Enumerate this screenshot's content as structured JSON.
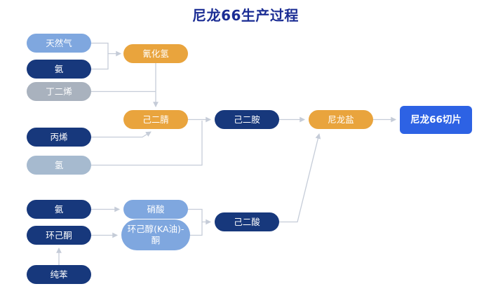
{
  "title": "尼龙66生产过程",
  "colors": {
    "navy": "#17387C",
    "light_blue": "#7FA7DF",
    "gray": "#A9B2BE",
    "gray_blue": "#A6BACF",
    "orange": "#E9A43D",
    "bright_blue": "#2D62E4",
    "title_text": "#1B2D94",
    "connector": "#C5CCD8"
  },
  "nodes": [
    {
      "id": "natural-gas",
      "label": "天然气",
      "type": "navy_",
      "color": "light_blue",
      "shape": "pill"
    },
    {
      "id": "ammonia-top",
      "label": "氨",
      "type": "input",
      "color": "navy",
      "shape": "pill"
    },
    {
      "id": "butadiene",
      "label": "丁二烯",
      "type": "input",
      "color": "gray",
      "shape": "pill"
    },
    {
      "id": "hydrogen-cyanide",
      "label": "氰化氢",
      "type": "process",
      "color": "orange",
      "shape": "pill"
    },
    {
      "id": "adiponitrile",
      "label": "己二腈",
      "type": "process",
      "color": "orange",
      "shape": "pill"
    },
    {
      "id": "propylene",
      "label": "丙烯",
      "type": "input",
      "color": "navy",
      "shape": "pill"
    },
    {
      "id": "hydrogen",
      "label": "氢",
      "type": "input",
      "color": "gray_blue",
      "shape": "pill"
    },
    {
      "id": "hexamethylene-diamine",
      "label": "己二胺",
      "type": "product",
      "color": "navy",
      "shape": "pill"
    },
    {
      "id": "nylon-salt",
      "label": "尼龙盐",
      "type": "process",
      "color": "orange",
      "shape": "pill"
    },
    {
      "id": "nylon66-chips",
      "label": "尼龙66切片",
      "type": "final",
      "color": "bright_blue",
      "shape": "rect"
    },
    {
      "id": "ammonia-bottom",
      "label": "氨",
      "type": "input",
      "color": "navy",
      "shape": "pill"
    },
    {
      "id": "nitric-acid",
      "label": "硝酸",
      "type": "process",
      "color": "light_blue",
      "shape": "pill"
    },
    {
      "id": "cyclohexanone",
      "label": "环己酮",
      "type": "input",
      "color": "navy",
      "shape": "pill"
    },
    {
      "id": "ka-oil",
      "label": "环己醇(KA油)-酮",
      "type": "process",
      "color": "light_blue",
      "shape": "pill"
    },
    {
      "id": "adipic-acid",
      "label": "己二酸",
      "type": "product",
      "color": "navy",
      "shape": "pill"
    },
    {
      "id": "benzene",
      "label": "纯苯",
      "type": "input",
      "color": "navy",
      "shape": "pill"
    }
  ]
}
